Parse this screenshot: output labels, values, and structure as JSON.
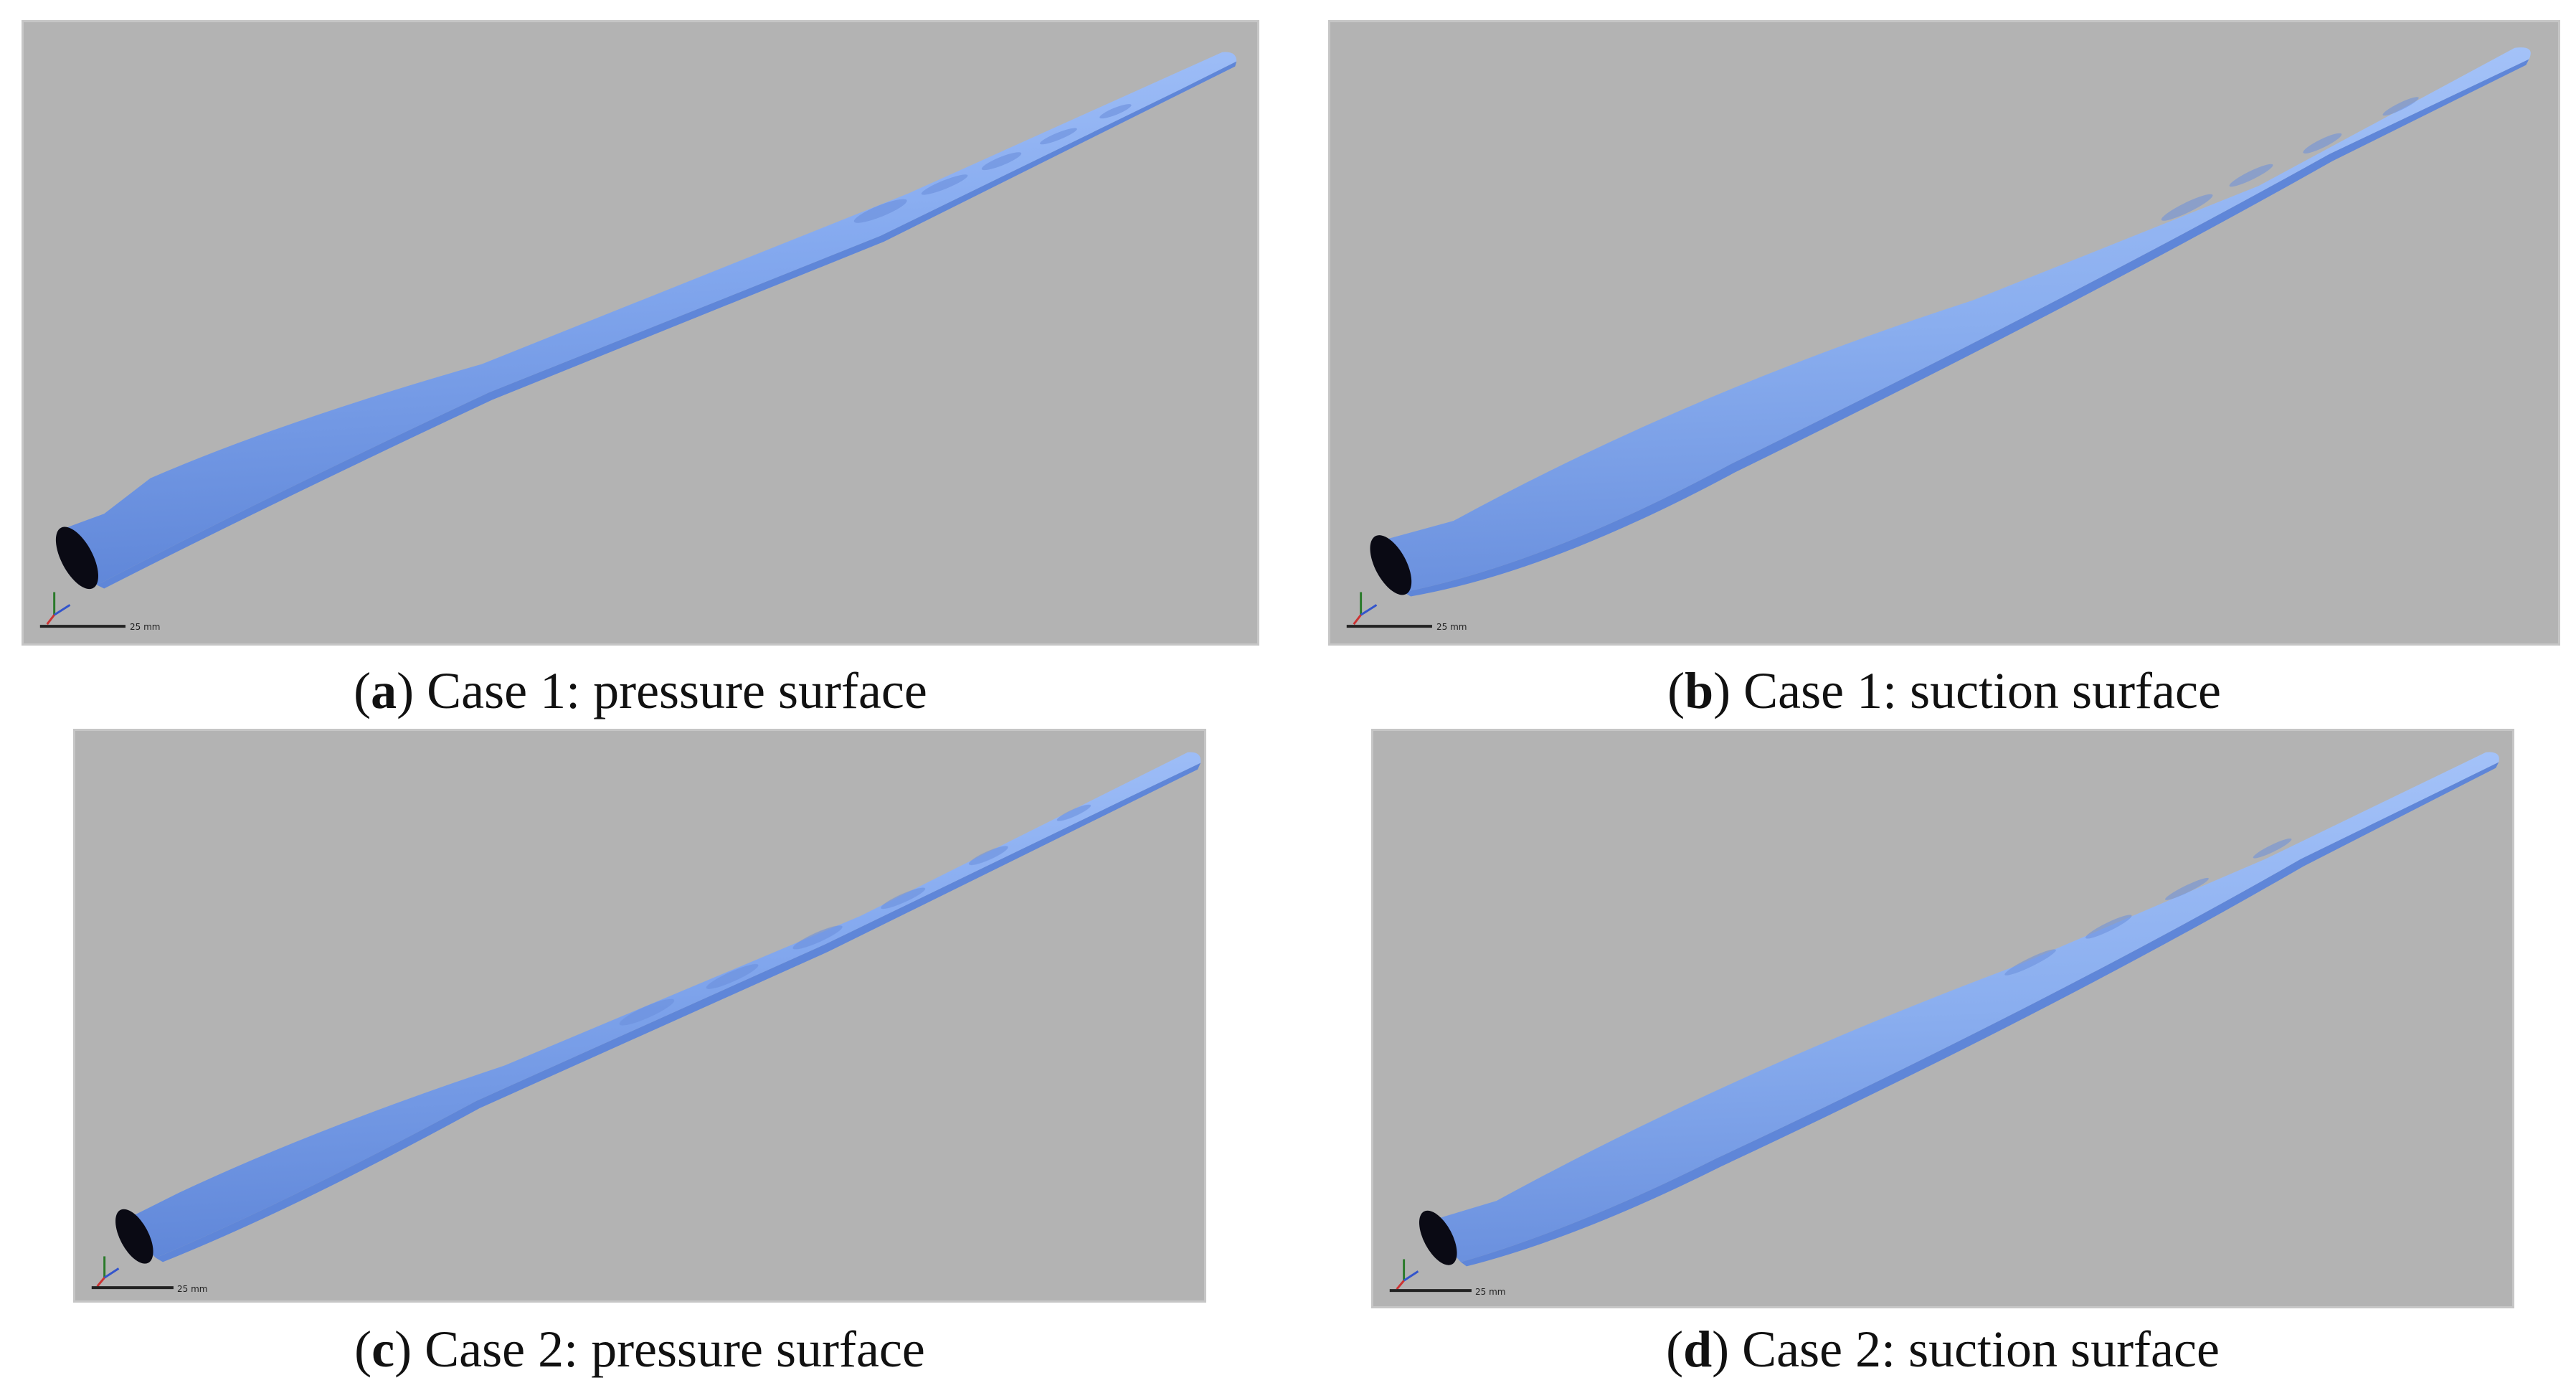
{
  "figure": {
    "panels": [
      {
        "letter": "a",
        "caption": "Case 1: pressure surface",
        "scale_label": "25 mm"
      },
      {
        "letter": "b",
        "caption": "Case 1: suction surface",
        "scale_label": "25 mm"
      },
      {
        "letter": "c",
        "caption": "Case 2: pressure surface",
        "scale_label": "25 mm"
      },
      {
        "letter": "d",
        "caption": "Case 2: suction surface",
        "scale_label": "25 mm"
      }
    ]
  },
  "colors": {
    "background": "#b3b3b3",
    "blade_fill": "#7fa6ee",
    "blade_shade": "#5f86d8",
    "blade_highlight": "#a9c6fa",
    "root_opening": "#0a0a14"
  }
}
